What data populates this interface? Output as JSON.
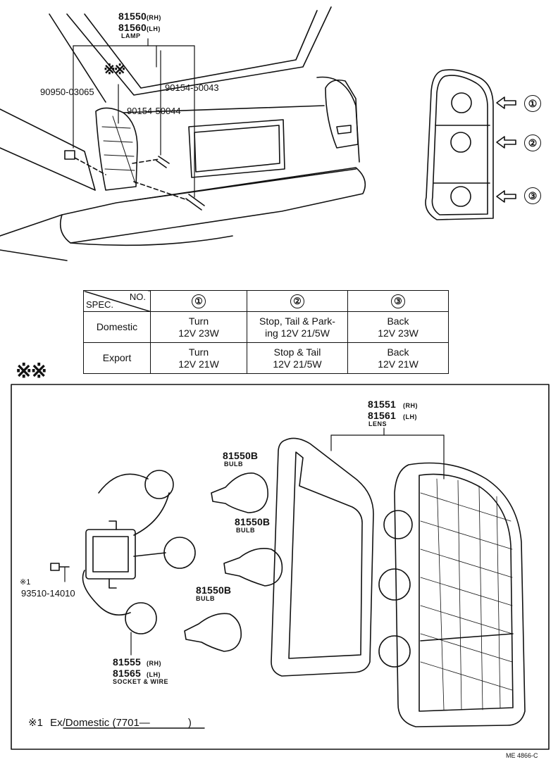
{
  "top_diagram": {
    "lamp_rh": "81550",
    "rh": "(RH)",
    "lamp_lh": "81560",
    "lh": "(LH)",
    "lamp_label": "LAMP",
    "asterisks": "※※",
    "part_nut": "90950-03065",
    "part_screw_a": "90154-50043",
    "part_screw_b": "90154-50044"
  },
  "lens_view": {
    "pos1": "①",
    "pos2": "②",
    "pos3": "③"
  },
  "spec_table": {
    "corner_spec": "SPEC.",
    "corner_no": "NO.",
    "col_headers": [
      "①",
      "②",
      "③"
    ],
    "rows": [
      {
        "spec": "Domestic",
        "cells": [
          [
            "Turn",
            "12V 23W"
          ],
          [
            "Stop, Tail & Park-",
            "ing 12V 21/5W"
          ],
          [
            "Back",
            "12V 23W"
          ]
        ]
      },
      {
        "spec": "Export",
        "cells": [
          [
            "Turn",
            "12V 21W"
          ],
          [
            "Stop & Tail",
            "12V 21/5W"
          ],
          [
            "Back",
            "12V 21W"
          ]
        ]
      }
    ]
  },
  "detail_marks": "※※",
  "detail": {
    "lens_rh": "81551",
    "lens_rh_side": "(RH)",
    "lens_lh": "81561",
    "lens_lh_side": "(LH)",
    "lens_label": "LENS",
    "bulb_part": "81550B",
    "bulb_label": "BULB",
    "screw_mark": "※1",
    "screw_part": "93510-14010",
    "socket_rh": "81555",
    "socket_rh_side": "(RH)",
    "socket_lh": "81565",
    "socket_lh_side": "(LH)",
    "socket_label": "SOCKET & WIRE"
  },
  "footnote": {
    "mark": "※1",
    "text": "Ex/Domestic (7701—",
    "close": ")"
  },
  "doc_code": "ME 4866-C"
}
